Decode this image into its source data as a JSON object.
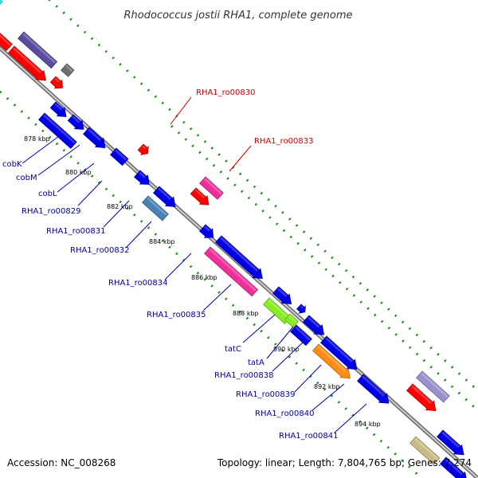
{
  "title": "Rhodococcus jostii RHA1, complete genome",
  "footer": {
    "accession": "Accession: NC_008268",
    "summary": "Topology: linear; Length: 7,804,765 bp; Genes: 7,274"
  },
  "colors": {
    "backbone": "#9a9a9a",
    "tick_dots": "#1d8a1d",
    "label_blue": "#00009a",
    "label_red": "#cc0000",
    "cds_blue": "#0000e6",
    "rna_red": "#ff0000",
    "purple": "#5a4aa0",
    "gray": "#6e6e6e",
    "magenta": "#ee2f9b",
    "lime": "#88ee22",
    "steel": "#4682b4",
    "orange": "#ff8c14",
    "khaki": "#c8bc84",
    "light_purple": "#9a90cc",
    "cyan": "#00ffff"
  },
  "ticks": [
    "878 kbp",
    "880 kbp",
    "882 kbp",
    "884 kbp",
    "886 kbp",
    "888 kbp",
    "890 kbp",
    "892 kbp",
    "894 kbp"
  ],
  "labels": {
    "cobK": "cobK",
    "cobM": "cobM",
    "cobL": "cobL",
    "ro00829": "RHA1_ro00829",
    "ro00830": "RHA1_ro00830",
    "ro00831": "RHA1_ro00831",
    "ro00832": "RHA1_ro00832",
    "ro00833": "RHA1_ro00833",
    "ro00834": "RHA1_ro00834",
    "ro00835": "RHA1_ro00835",
    "tatC": "tatC",
    "tatA": "tatA",
    "ro00838": "RHA1_ro00838",
    "ro00839": "RHA1_ro00839",
    "ro00840": "RHA1_ro00840",
    "ro00841": "RHA1_ro00841"
  }
}
